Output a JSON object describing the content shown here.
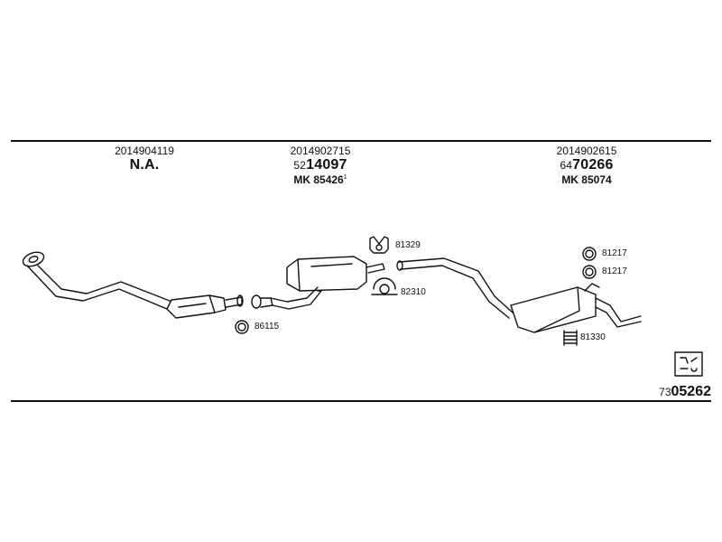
{
  "groups": [
    {
      "code": "2014904119",
      "big_prefix": "",
      "big_main": "N.A.",
      "mk": "",
      "sup": ""
    },
    {
      "code": "2014902715",
      "big_prefix": "52",
      "big_main": "14097",
      "mk": "MK 85426",
      "sup": "1"
    },
    {
      "code": "2014902615",
      "big_prefix": "64",
      "big_main": "70266",
      "mk": "MK 85074",
      "sup": ""
    }
  ],
  "parts": [
    {
      "id": "86115"
    },
    {
      "id": "81329"
    },
    {
      "id": "82310"
    },
    {
      "id": "81217"
    },
    {
      "id": "81217"
    },
    {
      "id": "81330"
    }
  ],
  "footer": {
    "prefix": "73",
    "main": "05262"
  }
}
